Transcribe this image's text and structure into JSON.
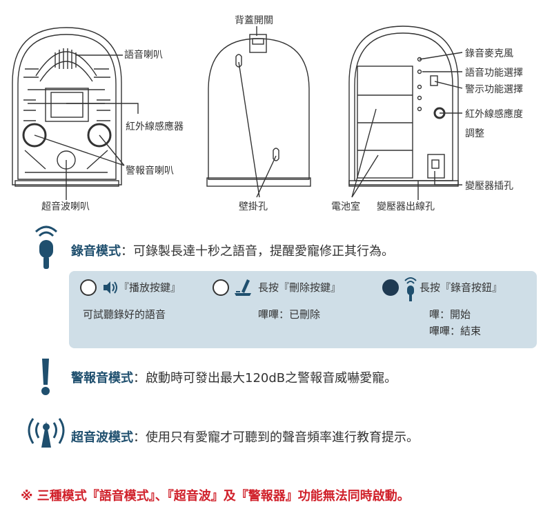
{
  "diagram": {
    "labels": {
      "back_cover_switch": "背蓋開關",
      "voice_speaker": "語音喇叭",
      "ir_sensor": "紅外線感應器",
      "alarm_speaker": "警報音喇叭",
      "ultrasonic_speaker": "超音波喇叭",
      "wall_hook": "壁掛孔",
      "battery": "電池室",
      "adapter_outlet": "變壓器出線孔",
      "recording_mic": "錄音麥克風",
      "voice_select": "語音功能選擇",
      "alert_select": "警示功能選擇",
      "ir_sensitivity_1": "紅外線感應度",
      "ir_sensitivity_2": "調整",
      "adapter_jack": "變壓器插孔"
    }
  },
  "modes": {
    "recording": {
      "title": "錄音模式",
      "text": "：可錄製長達十秒之語音，提醒愛寵修正其行為。",
      "panel": {
        "play_label": "『播放按鍵』",
        "play_desc": "可試聽錄好的語音",
        "delete_label": "長按『刪除按鍵』",
        "delete_desc": "嗶嗶：已刪除",
        "record_label": "長按『錄音按鈕』",
        "record_desc_1": "嗶：開始",
        "record_desc_2": "嗶嗶：結束"
      }
    },
    "alarm": {
      "title": "警報音模式",
      "text": "：啟動時可發出最大120dB之警報音威嚇愛寵。"
    },
    "ultrasonic": {
      "title": "超音波模式",
      "text": "：使用只有愛寵才可聽到的聲音頻率進行教育提示。"
    }
  },
  "warning": "※ 三種模式『語音模式』、『超音波』及『警報器』功能無法同時啟動。",
  "colors": {
    "title": "#1f4f6e",
    "panel": "#cfdee7",
    "warning": "#d0202a"
  }
}
